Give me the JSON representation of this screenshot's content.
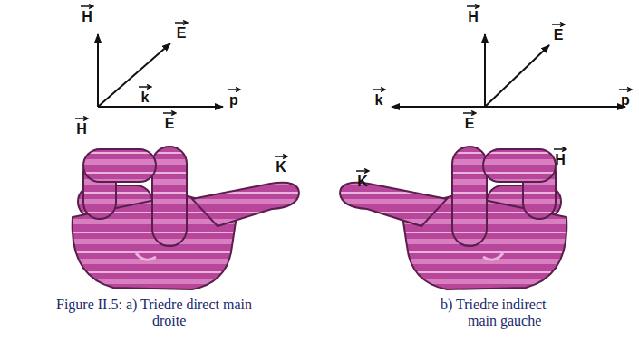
{
  "diagram": {
    "caption": "Figure II.5: a) Triedre direct main droite",
    "labels": [
      "H",
      "E",
      "k",
      "p",
      "H",
      "E",
      "k",
      "p",
      "H",
      "E",
      "K",
      "E",
      "H",
      "K",
      "b) Triedre indirect main gauche"
    ]
  }
}
